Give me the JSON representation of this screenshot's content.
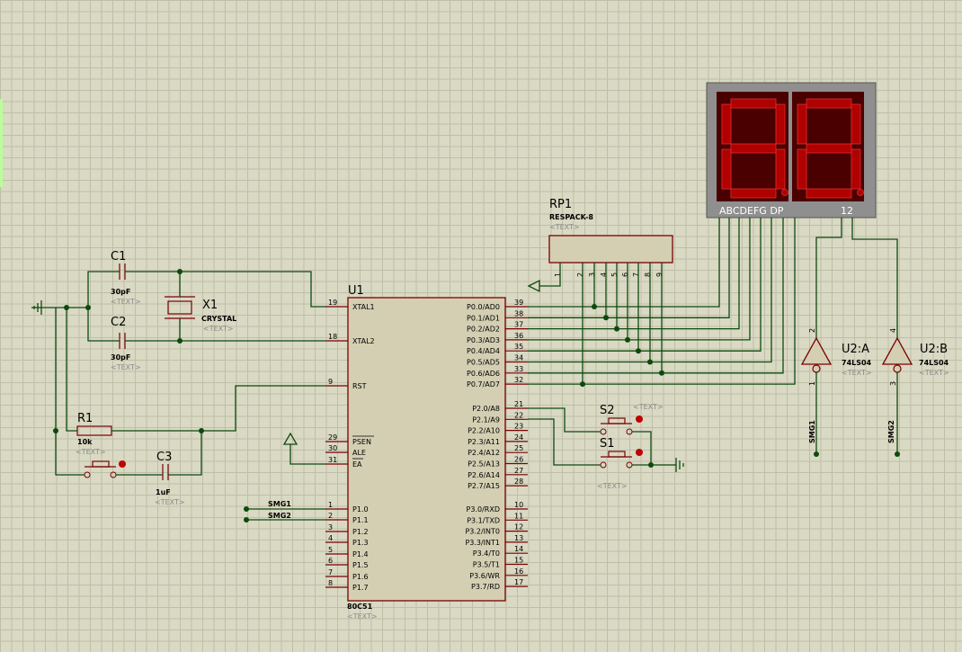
{
  "components": {
    "c1": {
      "ref": "C1",
      "value": "30pF",
      "text": "<TEXT>"
    },
    "c2": {
      "ref": "C2",
      "value": "30pF",
      "text": "<TEXT>"
    },
    "c3": {
      "ref": "C3",
      "value": "1uF",
      "text": "<TEXT>"
    },
    "r1": {
      "ref": "R1",
      "value": "10k",
      "text": "<TEXT>"
    },
    "x1": {
      "ref": "X1",
      "value": "CRYSTAL",
      "text": "<TEXT>"
    },
    "u1": {
      "ref": "U1",
      "value": "80C51",
      "text": "<TEXT>"
    },
    "rp1": {
      "ref": "RP1",
      "value": "RESPACK-8",
      "text": "<TEXT>"
    },
    "s1": {
      "ref": "S1",
      "text": "<TEXT>"
    },
    "s2": {
      "ref": "S2",
      "text": "<TEXT>"
    },
    "u2a": {
      "ref": "U2:A",
      "value": "74LS04",
      "text": "<TEXT>",
      "in_pin": "2",
      "out_pin": "1"
    },
    "u2b": {
      "ref": "U2:B",
      "value": "74LS04",
      "text": "<TEXT>",
      "in_pin": "4",
      "out_pin": "3"
    }
  },
  "display": {
    "segment_labels": "ABCDEFG  DP",
    "digit_labels": "12",
    "digits": "88"
  },
  "nets": {
    "smg1": "SMG1",
    "smg2": "SMG2"
  },
  "u1_left_pins": [
    {
      "num": "19",
      "name": "XTAL1"
    },
    {
      "num": "18",
      "name": "XTAL2"
    },
    {
      "num": "9",
      "name": "RST"
    },
    {
      "num": "29",
      "name": "PSEN"
    },
    {
      "num": "30",
      "name": "ALE"
    },
    {
      "num": "31",
      "name": "EA"
    },
    {
      "num": "1",
      "name": "P1.0"
    },
    {
      "num": "2",
      "name": "P1.1"
    },
    {
      "num": "3",
      "name": "P1.2"
    },
    {
      "num": "4",
      "name": "P1.3"
    },
    {
      "num": "5",
      "name": "P1.4"
    },
    {
      "num": "6",
      "name": "P1.5"
    },
    {
      "num": "7",
      "name": "P1.6"
    },
    {
      "num": "8",
      "name": "P1.7"
    }
  ],
  "u1_right_pins": [
    {
      "num": "39",
      "name": "P0.0/AD0"
    },
    {
      "num": "38",
      "name": "P0.1/AD1"
    },
    {
      "num": "37",
      "name": "P0.2/AD2"
    },
    {
      "num": "36",
      "name": "P0.3/AD3"
    },
    {
      "num": "35",
      "name": "P0.4/AD4"
    },
    {
      "num": "34",
      "name": "P0.5/AD5"
    },
    {
      "num": "33",
      "name": "P0.6/AD6"
    },
    {
      "num": "32",
      "name": "P0.7/AD7"
    },
    {
      "num": "21",
      "name": "P2.0/A8"
    },
    {
      "num": "22",
      "name": "P2.1/A9"
    },
    {
      "num": "23",
      "name": "P2.2/A10"
    },
    {
      "num": "24",
      "name": "P2.3/A11"
    },
    {
      "num": "25",
      "name": "P2.4/A12"
    },
    {
      "num": "26",
      "name": "P2.5/A13"
    },
    {
      "num": "27",
      "name": "P2.6/A14"
    },
    {
      "num": "28",
      "name": "P2.7/A15"
    },
    {
      "num": "10",
      "name": "P3.0/RXD"
    },
    {
      "num": "11",
      "name": "P3.1/TXD"
    },
    {
      "num": "12",
      "name": "P3.2/INT0"
    },
    {
      "num": "13",
      "name": "P3.3/INT1"
    },
    {
      "num": "14",
      "name": "P3.4/T0"
    },
    {
      "num": "15",
      "name": "P3.5/T1"
    },
    {
      "num": "16",
      "name": "P3.6/WR"
    },
    {
      "num": "17",
      "name": "P3.7/RD"
    }
  ],
  "rp1_pins": [
    "1",
    "2",
    "3",
    "4",
    "5",
    "6",
    "7",
    "8",
    "9"
  ]
}
